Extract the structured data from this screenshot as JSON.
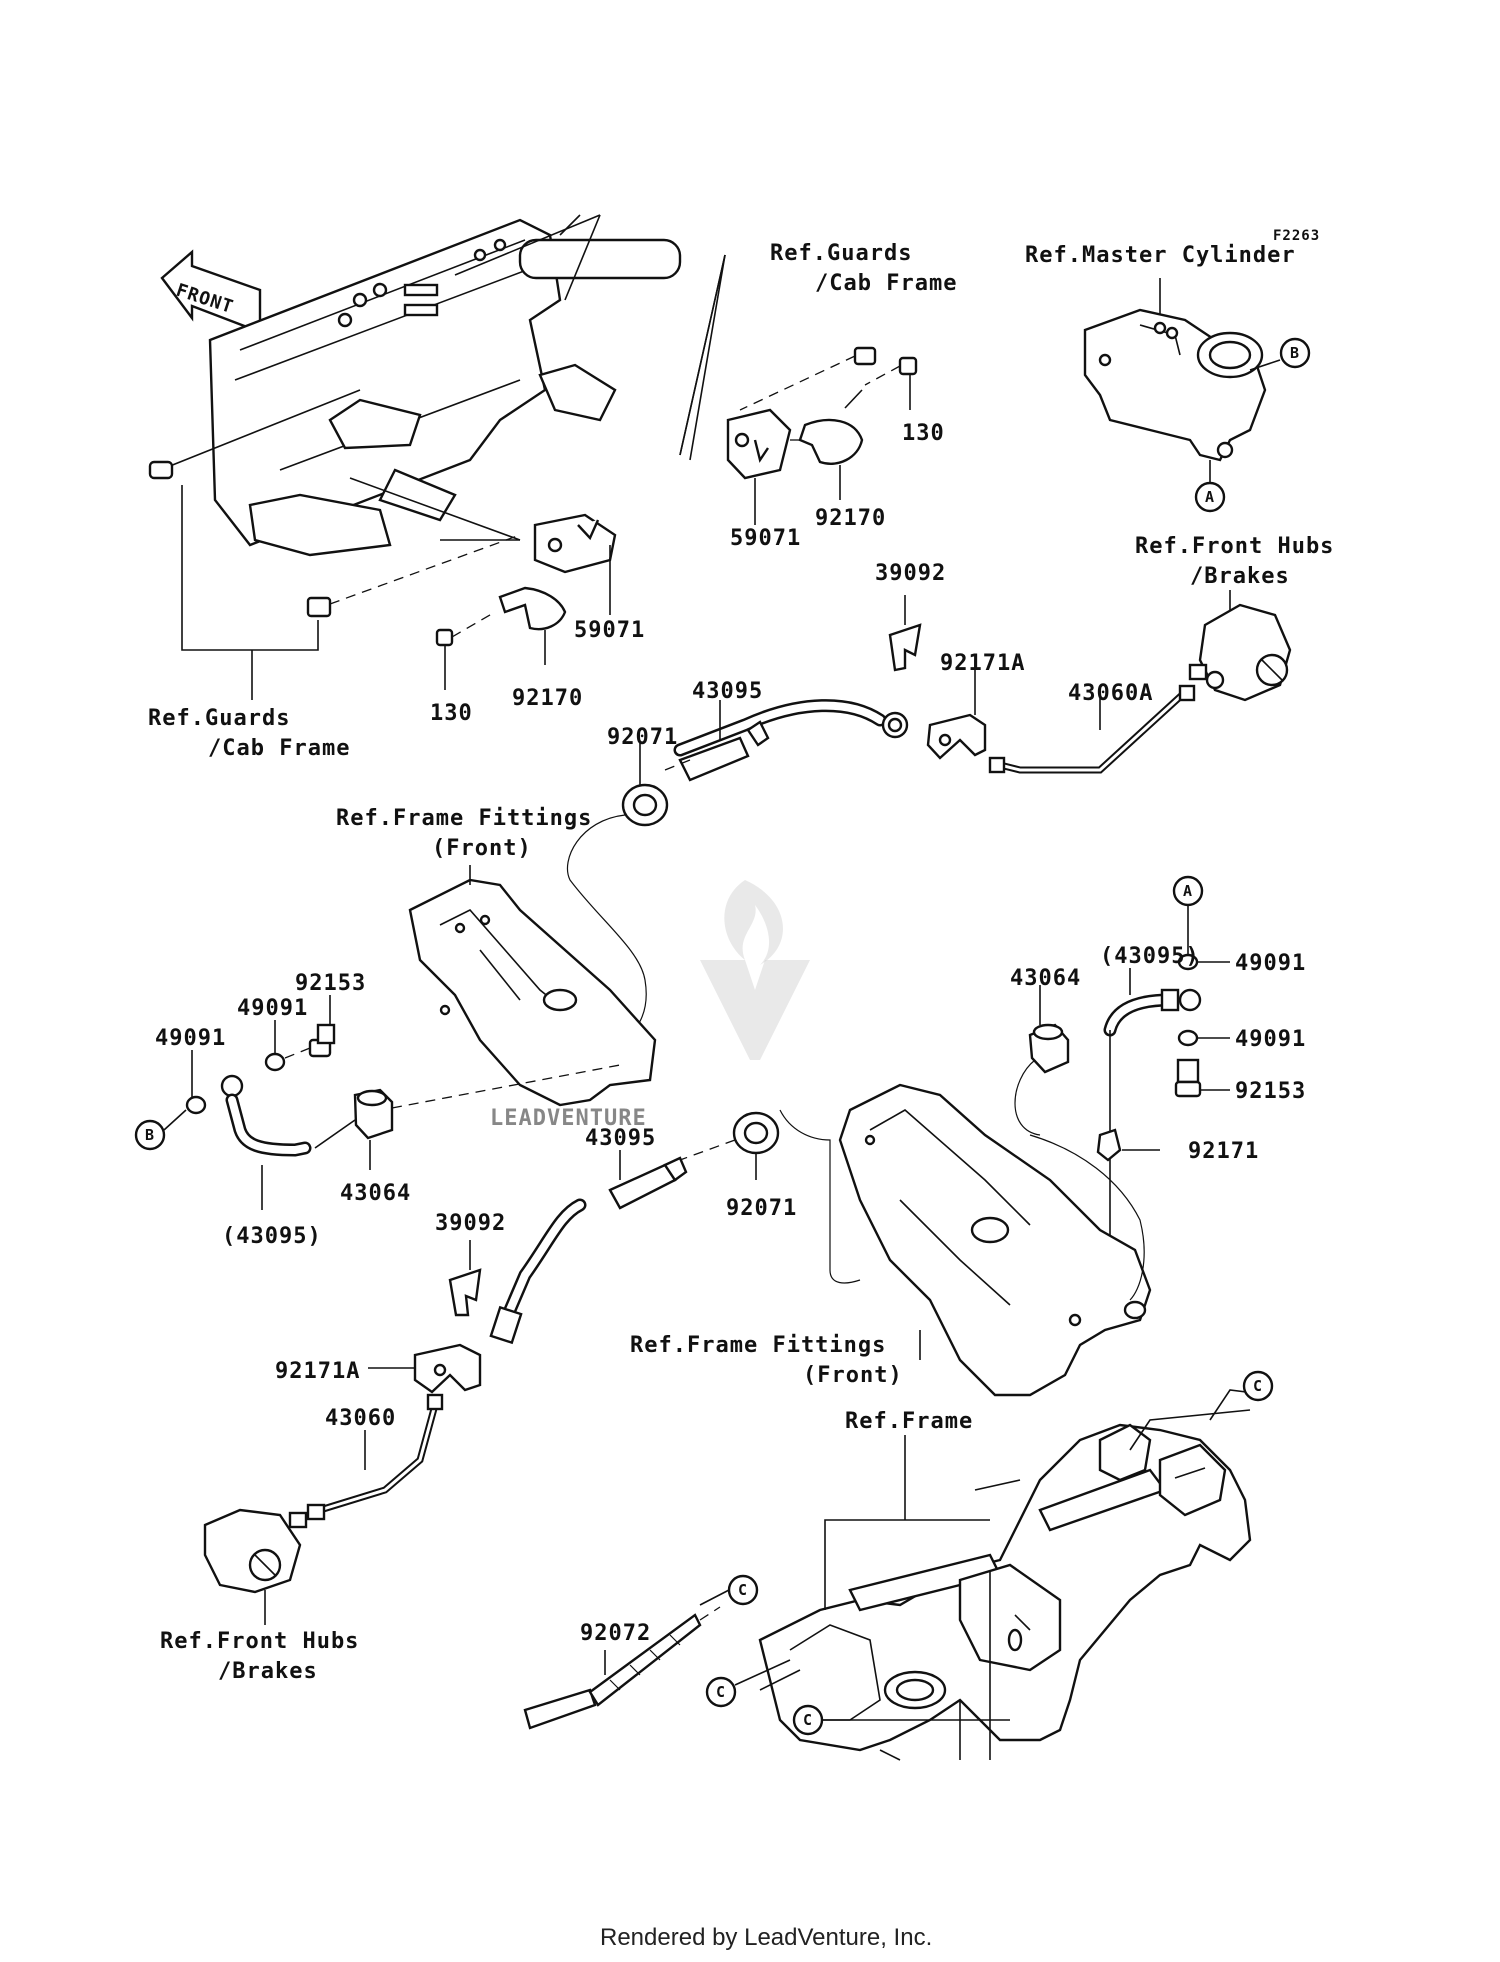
{
  "diagram_code": "F2263",
  "callouts": {
    "ref_guards_cab_frame_top_1": "Ref.Guards",
    "ref_guards_cab_frame_top_2": "/Cab Frame",
    "ref_master_cylinder": "Ref.Master Cylinder",
    "p130_a": "130",
    "p59071_a": "59071",
    "p92170_a": "92170",
    "ref_front_hubs_brakes_top_1": "Ref.Front Hubs",
    "ref_front_hubs_brakes_top_2": "/Brakes",
    "p59071_b": "59071",
    "p92170_b": "92170",
    "p130_b": "130",
    "p39092_a": "39092",
    "p92171A_a": "92171A",
    "p43060A": "43060A",
    "ref_guards_cab_frame_left_1": "Ref.Guards",
    "ref_guards_cab_frame_left_2": "/Cab Frame",
    "p43095_a": "43095",
    "p92071_a": "92071",
    "ref_frame_fittings_front_top_1": "Ref.Frame Fittings",
    "ref_frame_fittings_front_top_2": "(Front)",
    "p43095_paren_right": "(43095)",
    "p43064_right": "43064",
    "p49091_r1": "49091",
    "p49091_r2": "49091",
    "p92153_right": "92153",
    "p92171": "92171",
    "p92153_left": "92153",
    "p49091_l1": "49091",
    "p49091_l2": "49091",
    "p43064_left": "43064",
    "p43095_paren_left": "(43095)",
    "p43095_b": "43095",
    "p92071_b": "92071",
    "p39092_b": "39092",
    "p92171A_b": "92171A",
    "p43060": "43060",
    "ref_frame_fittings_front_bottom_1": "Ref.Frame Fittings",
    "ref_frame_fittings_front_bottom_2": "(Front)",
    "ref_frame": "Ref.Frame",
    "p92072": "92072",
    "ref_front_hubs_brakes_bottom_1": "Ref.Front Hubs",
    "ref_front_hubs_brakes_bottom_2": "/Brakes"
  },
  "connectors": {
    "A_top": "A",
    "A_right": "A",
    "B_top": "B",
    "B_left": "B",
    "C_1": "C",
    "C_2": "C",
    "C_3": "C",
    "C_4": "C"
  },
  "front_arrow_label": "FRONT",
  "watermark": "LEADVENTURE",
  "footer": "Rendered by LeadVenture, Inc."
}
